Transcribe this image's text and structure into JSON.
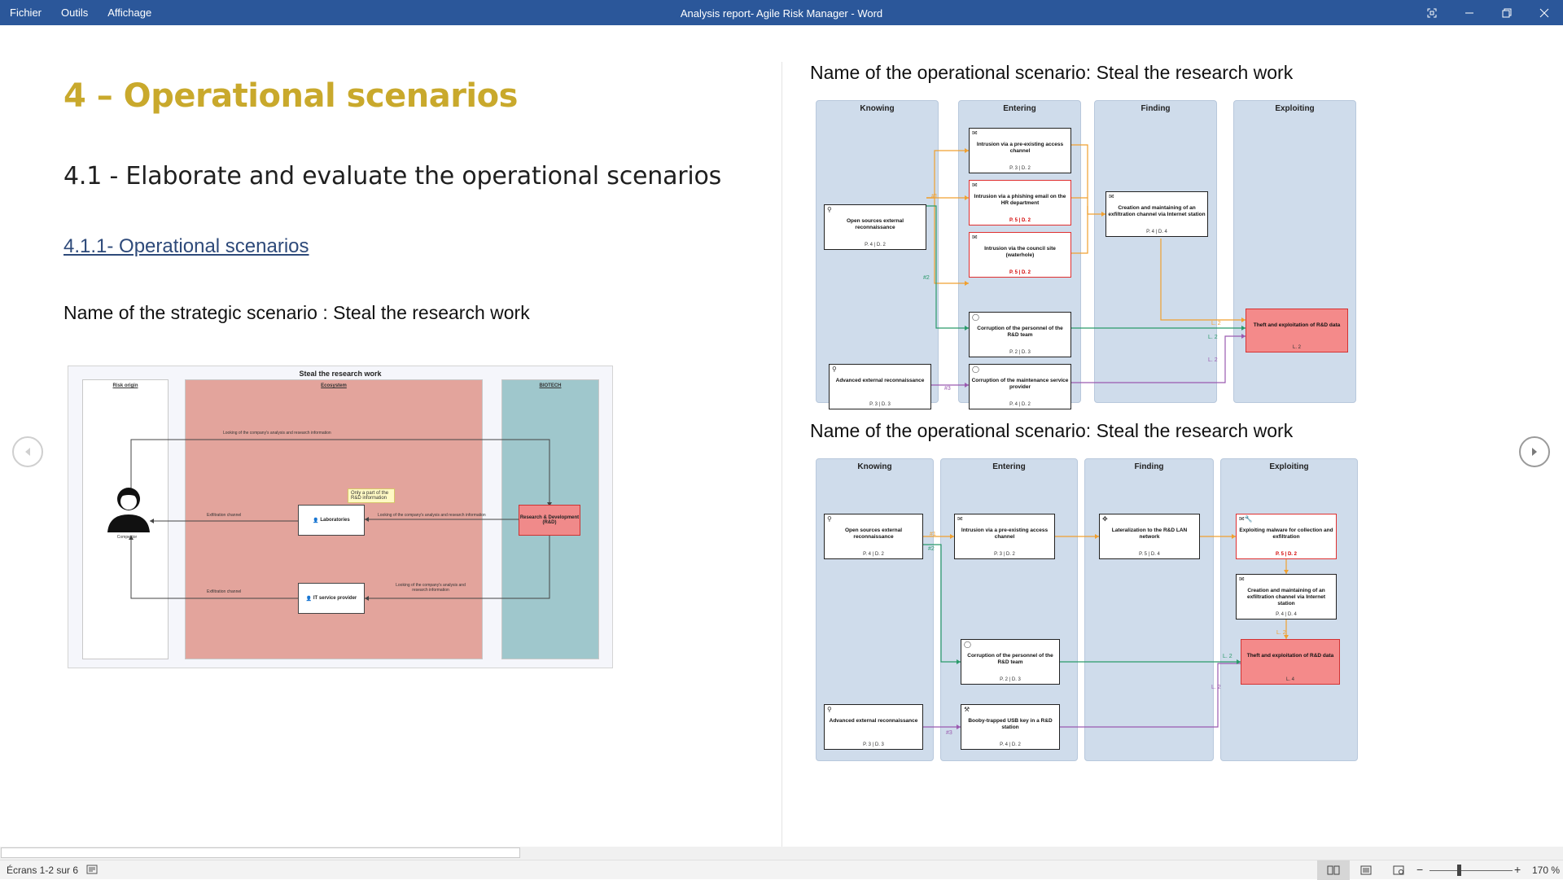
{
  "titlebar": {
    "menu": [
      "Fichier",
      "Outils",
      "Affichage"
    ],
    "title": "Analysis report- Agile Risk Manager  -  Word",
    "controls": [
      "focus-icon",
      "minimize-icon",
      "restore-icon",
      "close-icon"
    ]
  },
  "left_page": {
    "heading1": "4 – Operational scenarios",
    "heading2": "4.1 - Elaborate and evaluate the operational scenarios",
    "heading3": "4.1.1- Operational scenarios",
    "strategic_label": "Name of the strategic scenario : Steal the research work",
    "strategic_diagram": {
      "title": "Steal the research work",
      "lanes": [
        "Risk origin",
        "Ecosystem",
        "BIOTECH"
      ],
      "actor": "Competitor",
      "nodes": [
        "Laboratories",
        "IT service provider",
        "Research & Development (R&D)"
      ],
      "note": "Only a part of the R&D information",
      "labels": {
        "top": "Looking of the company's analysis and research information",
        "exfil1": "Exfiltration channel",
        "mid": "Looking of the company's analysis and research information",
        "exfil2": "Exfiltration channel",
        "bottom": "Looking of the company's analysis and research information"
      }
    }
  },
  "right_page": {
    "scenario1": {
      "label": "Name of the operational scenario: Steal the research work",
      "columns": [
        "Knowing",
        "Entering",
        "Finding",
        "Exploiting"
      ],
      "boxes": [
        {
          "text": "Open sources external reconnaissance",
          "pd": "P. 4 | D. 2"
        },
        {
          "text": "Advanced external reconnaissance",
          "pd": "P. 3 | D. 3"
        },
        {
          "text": "Intrusion via a pre-existing access channel",
          "pd": "P. 3 | D. 2"
        },
        {
          "text": "Intrusion via a phishing email on the HR department",
          "pd": "P. 5 | D. 2"
        },
        {
          "text": "Intrusion via the council site (waterhole)",
          "pd": "P. 5 | D. 2"
        },
        {
          "text": "Corruption of the personnel of the R&D team",
          "pd": "P. 2 | D. 3"
        },
        {
          "text": "Corruption of the maintenance service provider",
          "pd": "P. 4 | D. 2"
        },
        {
          "text": "Creation and maintaining of an exfiltration channel via Internet station",
          "pd": "P. 4 | D. 4"
        },
        {
          "text": "Theft and exploitation of R&D data",
          "pd": "L. 2"
        }
      ],
      "links": [
        "#1",
        "#2",
        "#3",
        "L. 2",
        "L. 2",
        "L. 2"
      ]
    },
    "scenario2": {
      "label": "Name of the operational scenario: Steal the research work",
      "columns": [
        "Knowing",
        "Entering",
        "Finding",
        "Exploiting"
      ],
      "boxes": [
        {
          "text": "Open sources external reconnaissance",
          "pd": "P. 4 | D. 2"
        },
        {
          "text": "Advanced external reconnaissance",
          "pd": "P. 3 | D. 3"
        },
        {
          "text": "Intrusion via a pre-existing access channel",
          "pd": "P. 3 | D. 2"
        },
        {
          "text": "Corruption of the personnel of the R&D team",
          "pd": "P. 2 | D. 3"
        },
        {
          "text": "Booby-trapped USB key in a R&D station",
          "pd": "P. 4 | D. 2"
        },
        {
          "text": "Lateralization to the R&D LAN network",
          "pd": "P. 5 | D. 4"
        },
        {
          "text": "Exploiting malware for collection and exfiltration",
          "pd": "P. 5 | D. 2"
        },
        {
          "text": "Creation and maintaining of an exfiltration channel via Internet station",
          "pd": "P. 4 | D. 4"
        },
        {
          "text": "Theft and exploitation of R&D data",
          "pd": "L. 4"
        }
      ],
      "links": [
        "#1",
        "#2",
        "#3",
        "L. 2",
        "L. 2",
        "L. 2"
      ]
    }
  },
  "statusbar": {
    "pages": "Écrans 1-2 sur 6",
    "zoom": "170 %"
  },
  "colors": {
    "titlebar": "#2b579a",
    "heading1": "#c9a92c",
    "column": "#cfdceb",
    "orange_link": "#f0a030",
    "green_link": "#2a9a6a",
    "purple_link": "#9a5ab0",
    "red_box": "#f48a8a"
  }
}
